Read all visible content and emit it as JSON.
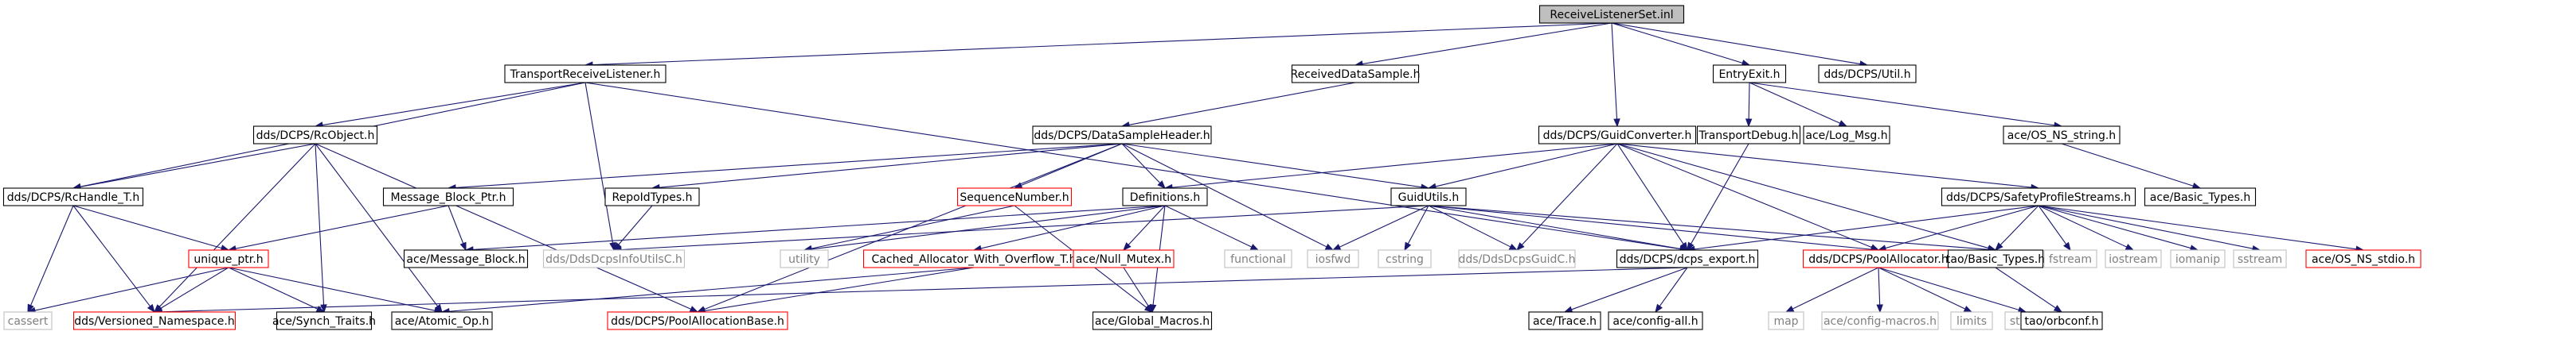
{
  "palette": {
    "edge": "#191970",
    "root_fill": "#bfbfbf",
    "normal_border": "#000000",
    "missing_border": "#ff0000",
    "external_border": "#bfbfbf",
    "external_text": "#808080",
    "text": "#000000"
  },
  "nodes": [
    {
      "id": "root",
      "label": "ReceiveListenerSet.inl",
      "kind": "root"
    },
    {
      "id": "trl",
      "label": "TransportReceiveListener.h",
      "kind": "normal"
    },
    {
      "id": "rds",
      "label": "ReceivedDataSample.h",
      "kind": "normal"
    },
    {
      "id": "gc",
      "label": "dds/DCPS/GuidConverter.h",
      "kind": "normal"
    },
    {
      "id": "ee",
      "label": "EntryExit.h",
      "kind": "normal"
    },
    {
      "id": "util",
      "label": "dds/DCPS/Util.h",
      "kind": "normal"
    },
    {
      "id": "rco",
      "label": "dds/DCPS/RcObject.h",
      "kind": "normal"
    },
    {
      "id": "dsh",
      "label": "dds/DCPS/DataSampleHeader.h",
      "kind": "normal"
    },
    {
      "id": "td",
      "label": "TransportDebug.h",
      "kind": "normal"
    },
    {
      "id": "logm",
      "label": "ace/Log_Msg.h",
      "kind": "normal"
    },
    {
      "id": "ostr",
      "label": "ace/OS_NS_string.h",
      "kind": "normal"
    },
    {
      "id": "rch",
      "label": "dds/DCPS/RcHandle_T.h",
      "kind": "normal"
    },
    {
      "id": "mbp",
      "label": "Message_Block_Ptr.h",
      "kind": "normal"
    },
    {
      "id": "repo",
      "label": "RepoIdTypes.h",
      "kind": "normal"
    },
    {
      "id": "seq",
      "label": "SequenceNumber.h",
      "kind": "missing"
    },
    {
      "id": "defs",
      "label": "Definitions.h",
      "kind": "normal"
    },
    {
      "id": "gu",
      "label": "GuidUtils.h",
      "kind": "normal"
    },
    {
      "id": "sps",
      "label": "dds/DCPS/SafetyProfileStreams.h",
      "kind": "normal"
    },
    {
      "id": "abt",
      "label": "ace/Basic_Types.h",
      "kind": "normal"
    },
    {
      "id": "up",
      "label": "unique_ptr.h",
      "kind": "missing"
    },
    {
      "id": "amb",
      "label": "ace/Message_Block.h",
      "kind": "normal"
    },
    {
      "id": "ddiu",
      "label": "dds/DdsDcpsInfoUtilsC.h",
      "kind": "external"
    },
    {
      "id": "utility",
      "label": "utility",
      "kind": "external"
    },
    {
      "id": "cao",
      "label": "Cached_Allocator_With_Overflow_T.h",
      "kind": "missing"
    },
    {
      "id": "anm",
      "label": "ace/Null_Mutex.h",
      "kind": "missing"
    },
    {
      "id": "func",
      "label": "functional",
      "kind": "external"
    },
    {
      "id": "iosfwd",
      "label": "iosfwd",
      "kind": "external"
    },
    {
      "id": "cstring",
      "label": "cstring",
      "kind": "external"
    },
    {
      "id": "ddgc",
      "label": "dds/DdsDcpsGuidC.h",
      "kind": "external"
    },
    {
      "id": "dcx",
      "label": "dds/DCPS/dcps_export.h",
      "kind": "normal"
    },
    {
      "id": "pa",
      "label": "dds/DCPS/PoolAllocator.h",
      "kind": "missing"
    },
    {
      "id": "tbt",
      "label": "tao/Basic_Types.h",
      "kind": "normal"
    },
    {
      "id": "fstream",
      "label": "fstream",
      "kind": "external"
    },
    {
      "id": "iostream",
      "label": "iostream",
      "kind": "external"
    },
    {
      "id": "iomanip",
      "label": "iomanip",
      "kind": "external"
    },
    {
      "id": "sstream",
      "label": "sstream",
      "kind": "external"
    },
    {
      "id": "osstdio",
      "label": "ace/OS_NS_stdio.h",
      "kind": "missing"
    },
    {
      "id": "cassert",
      "label": "cassert",
      "kind": "external"
    },
    {
      "id": "vn",
      "label": "dds/Versioned_Namespace.h",
      "kind": "missing"
    },
    {
      "id": "st",
      "label": "ace/Synch_Traits.h",
      "kind": "normal"
    },
    {
      "id": "ao",
      "label": "ace/Atomic_Op.h",
      "kind": "normal"
    },
    {
      "id": "pab",
      "label": "dds/DCPS/PoolAllocationBase.h",
      "kind": "missing"
    },
    {
      "id": "gm",
      "label": "ace/Global_Macros.h",
      "kind": "normal"
    },
    {
      "id": "trace",
      "label": "ace/Trace.h",
      "kind": "normal"
    },
    {
      "id": "cfgall",
      "label": "ace/config-all.h",
      "kind": "normal"
    },
    {
      "id": "map",
      "label": "map",
      "kind": "external"
    },
    {
      "id": "cfgm",
      "label": "ace/config-macros.h",
      "kind": "external"
    },
    {
      "id": "limits",
      "label": "limits",
      "kind": "external"
    },
    {
      "id": "string",
      "label": "string",
      "kind": "external"
    },
    {
      "id": "orbconf",
      "label": "tao/orbconf.h",
      "kind": "normal"
    }
  ],
  "edges": [
    [
      "root",
      "trl"
    ],
    [
      "root",
      "rds"
    ],
    [
      "root",
      "gc"
    ],
    [
      "root",
      "ee"
    ],
    [
      "root",
      "util"
    ],
    [
      "trl",
      "rco"
    ],
    [
      "trl",
      "rch"
    ],
    [
      "trl",
      "ddiu"
    ],
    [
      "trl",
      "dcx"
    ],
    [
      "rds",
      "dsh"
    ],
    [
      "ee",
      "td"
    ],
    [
      "ee",
      "logm"
    ],
    [
      "ee",
      "ostr"
    ],
    [
      "gc",
      "defs"
    ],
    [
      "gc",
      "gu"
    ],
    [
      "gc",
      "sps"
    ],
    [
      "gc",
      "ddgc"
    ],
    [
      "gc",
      "dcx"
    ],
    [
      "gc",
      "pa"
    ],
    [
      "gc",
      "tbt"
    ],
    [
      "rco",
      "rch"
    ],
    [
      "rco",
      "vn"
    ],
    [
      "rco",
      "st"
    ],
    [
      "rco",
      "ao"
    ],
    [
      "rco",
      "pab"
    ],
    [
      "dsh",
      "mbp"
    ],
    [
      "dsh",
      "repo"
    ],
    [
      "dsh",
      "seq"
    ],
    [
      "dsh",
      "defs"
    ],
    [
      "dsh",
      "gu"
    ],
    [
      "dsh",
      "pab"
    ],
    [
      "dsh",
      "iosfwd"
    ],
    [
      "td",
      "dcx"
    ],
    [
      "ostr",
      "abt"
    ],
    [
      "rch",
      "vn"
    ],
    [
      "rch",
      "up"
    ],
    [
      "rch",
      "cassert"
    ],
    [
      "mbp",
      "up"
    ],
    [
      "mbp",
      "amb"
    ],
    [
      "repo",
      "ddiu"
    ],
    [
      "seq",
      "utility"
    ],
    [
      "seq",
      "gm"
    ],
    [
      "defs",
      "cao"
    ],
    [
      "defs",
      "anm"
    ],
    [
      "defs",
      "func"
    ],
    [
      "defs",
      "utility"
    ],
    [
      "defs",
      "gm"
    ],
    [
      "defs",
      "amb"
    ],
    [
      "gu",
      "ddiu"
    ],
    [
      "gu",
      "iosfwd"
    ],
    [
      "gu",
      "cstring"
    ],
    [
      "gu",
      "ddgc"
    ],
    [
      "gu",
      "dcx"
    ],
    [
      "gu",
      "pa"
    ],
    [
      "gu",
      "tbt"
    ],
    [
      "sps",
      "dcx"
    ],
    [
      "sps",
      "pa"
    ],
    [
      "sps",
      "tbt"
    ],
    [
      "sps",
      "fstream"
    ],
    [
      "sps",
      "iostream"
    ],
    [
      "sps",
      "iomanip"
    ],
    [
      "sps",
      "sstream"
    ],
    [
      "sps",
      "osstdio"
    ],
    [
      "up",
      "cassert"
    ],
    [
      "up",
      "vn"
    ],
    [
      "up",
      "st"
    ],
    [
      "up",
      "ao"
    ],
    [
      "cao",
      "ao"
    ],
    [
      "cao",
      "pab"
    ],
    [
      "anm",
      "gm"
    ],
    [
      "dcx",
      "trace"
    ],
    [
      "dcx",
      "cfgall"
    ],
    [
      "dcx",
      "vn"
    ],
    [
      "pa",
      "map"
    ],
    [
      "pa",
      "cfgm"
    ],
    [
      "pa",
      "limits"
    ],
    [
      "pa",
      "string"
    ],
    [
      "tbt",
      "orbconf"
    ]
  ]
}
